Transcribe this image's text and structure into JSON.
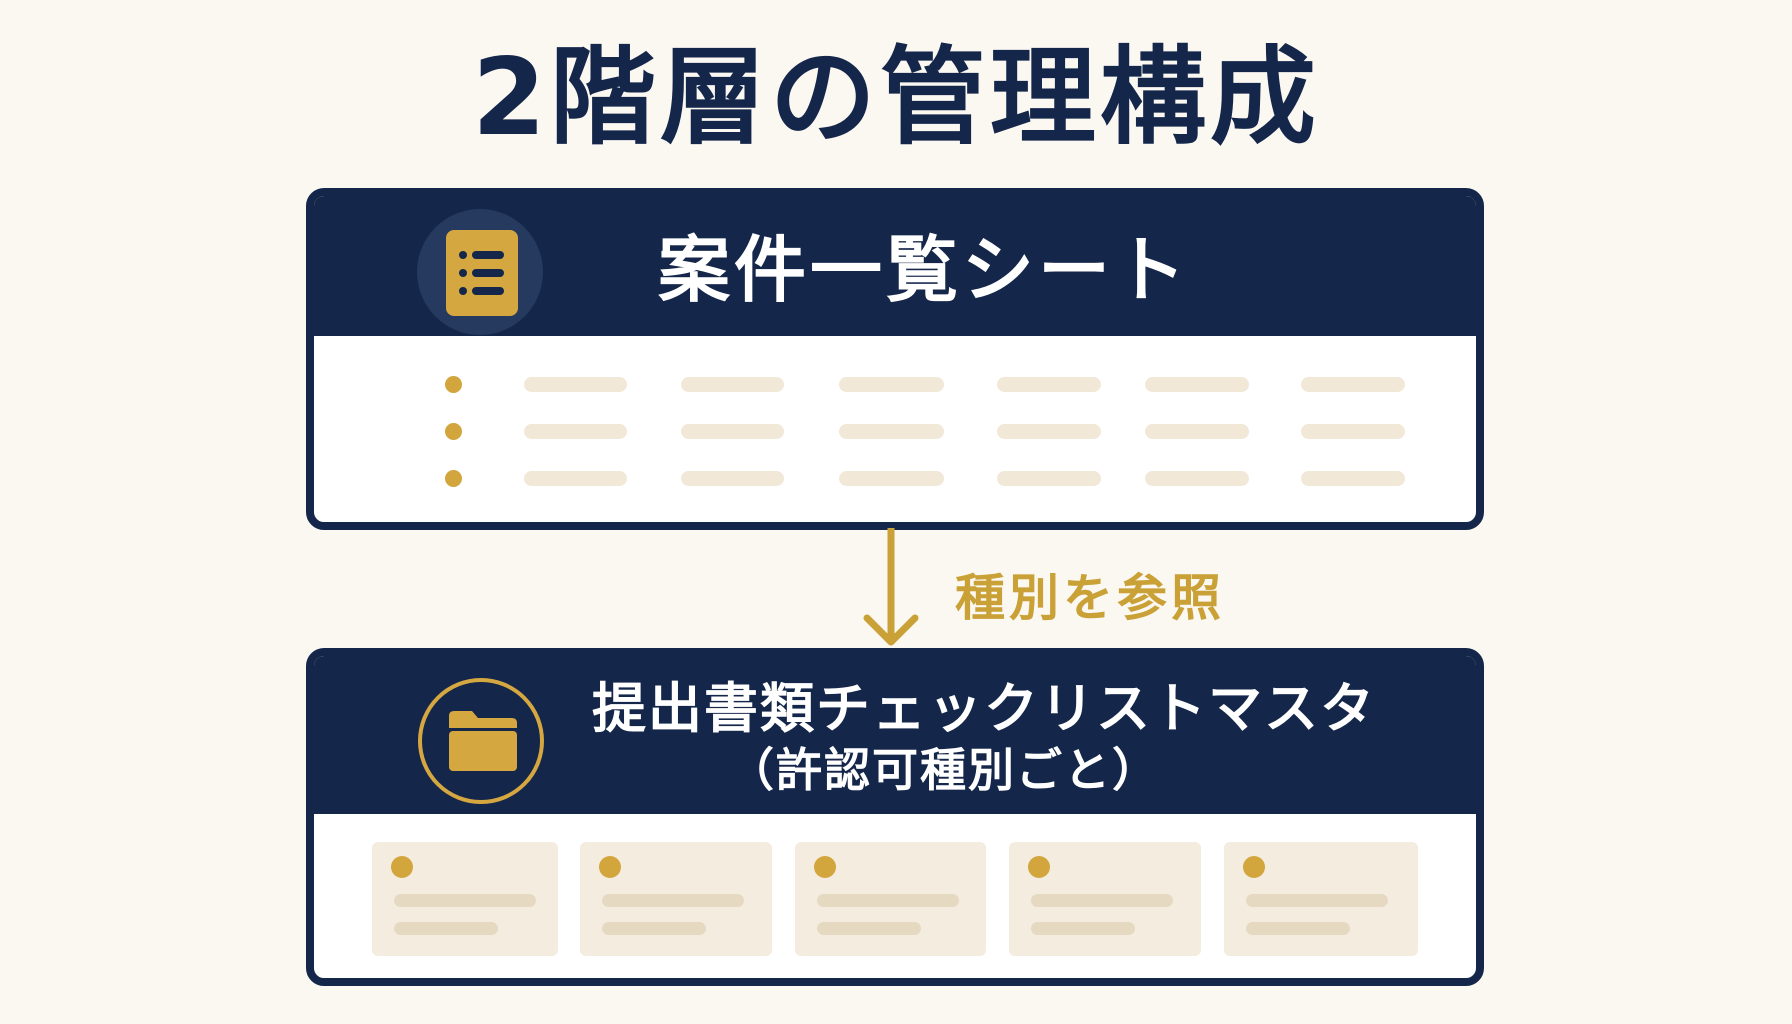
{
  "title": "2階層の管理構成",
  "colors": {
    "navy": "#14264a",
    "gold": "#d3a53d",
    "background": "#fbf7f1",
    "placeholder": "#f1e8d8"
  },
  "top_panel": {
    "title": "案件一覧シート",
    "icon": "list-icon",
    "rows": 3,
    "columns": 6
  },
  "connector": {
    "label": "種別を参照",
    "icon": "arrow-down-icon"
  },
  "bottom_panel": {
    "title": "提出書類チェックリストマスタ",
    "subtitle": "（許認可種別ごと）",
    "icon": "folder-icon",
    "cards": 5
  }
}
